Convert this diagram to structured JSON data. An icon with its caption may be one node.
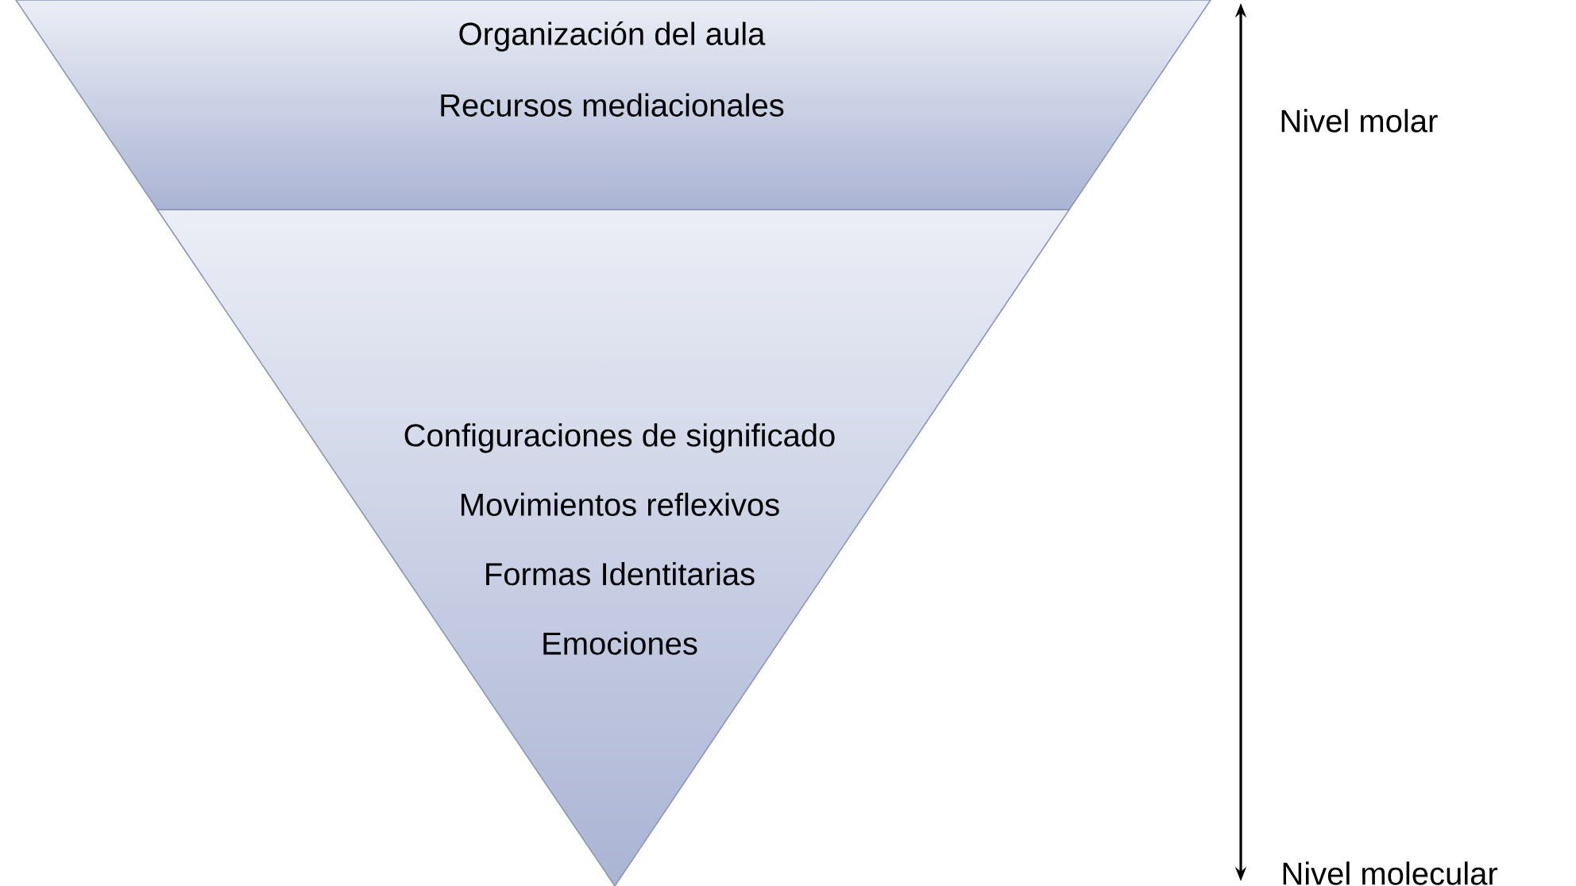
{
  "diagram": {
    "nodes": [
      {
        "text": [
          "Organización del aula",
          "Recursos mediacionales"
        ]
      },
      {
        "text": [
          "Configuraciones de significado",
          "Movimientos reflexivos",
          "Formas Identitarias",
          "Emociones"
        ]
      }
    ],
    "labels": [
      "Nivel molar",
      "Nivel molecular"
    ]
  }
}
